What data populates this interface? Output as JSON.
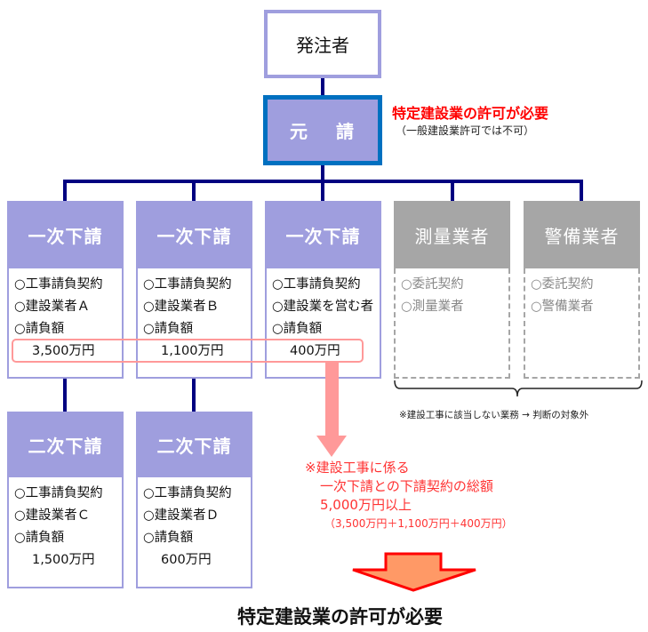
{
  "client": {
    "label": "発注者"
  },
  "prime": {
    "label_1": "元",
    "label_2": "請"
  },
  "prime_note": {
    "requirement": "特定建設業の許可が必要",
    "sub": "（一般建設業許可では不可）"
  },
  "first_tier": [
    {
      "header": "一次下請",
      "lines": [
        "○工事請負契約",
        "○建設業者Ａ",
        "○請負額"
      ],
      "amount": "3,500万円"
    },
    {
      "header": "一次下請",
      "lines": [
        "○工事請負契約",
        "○建設業者Ｂ",
        "○請負額"
      ],
      "amount": "1,100万円"
    },
    {
      "header": "一次下請",
      "lines": [
        "○工事請負契約",
        "○建設業を営む者",
        "○請負額"
      ],
      "amount": "400万円"
    }
  ],
  "non_construction": [
    {
      "header": "測量業者",
      "lines": [
        "○委託契約",
        "○測量業者"
      ]
    },
    {
      "header": "警備業者",
      "lines": [
        "○委託契約",
        "○警備業者"
      ]
    }
  ],
  "non_construction_note": "※建設工事に該当しない業務 → 判断の対象外",
  "second_tier": [
    {
      "header": "二次下請",
      "lines": [
        "○工事請負契約",
        "○建設業者Ｃ",
        "○請負額"
      ],
      "amount": "1,500万円"
    },
    {
      "header": "二次下請",
      "lines": [
        "○工事請負契約",
        "○建設業者Ｄ",
        "○請負額"
      ],
      "amount": "600万円"
    }
  ],
  "total_note": {
    "line1": "※建設工事に係る",
    "line2": "一次下請との下請契約の総額",
    "line3": "5,000万円以上",
    "calc": "（3,500万円＋1,100万円＋400万円）"
  },
  "conclusion": "特定建設業の許可が必要",
  "colors": {
    "subcontractor_header": "#9F9EDE",
    "prime_border": "#0070C0",
    "connector": "#000080",
    "non_construction_header": "#A6A6A6",
    "highlight": "#FF9999",
    "alert_text": "#FF0000",
    "arrow_fill": "#FF9966"
  }
}
